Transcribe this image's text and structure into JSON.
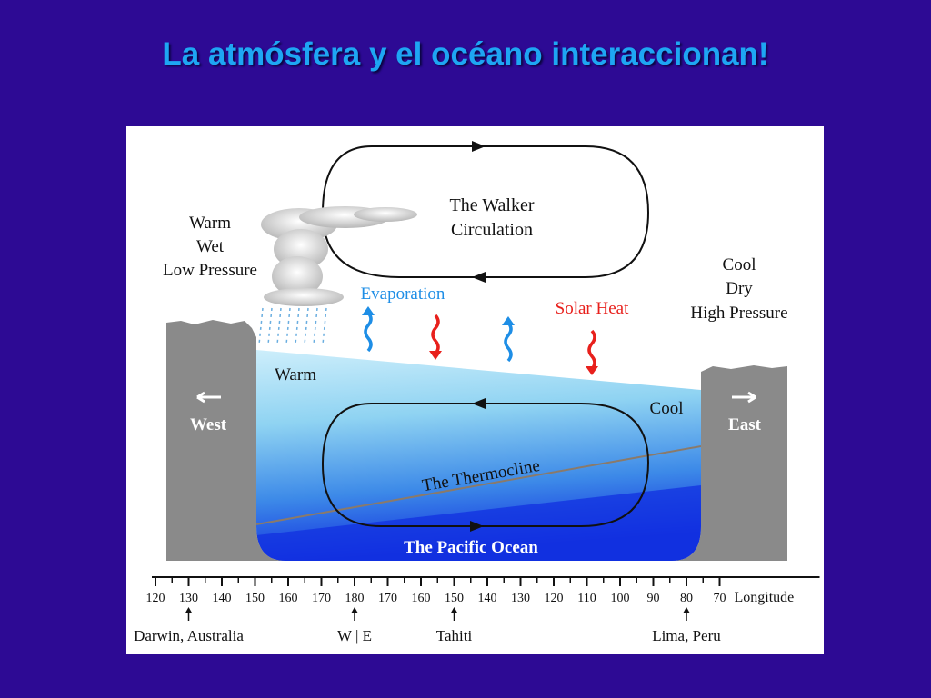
{
  "slide": {
    "title": "La atmósfera y el océano interaccionan!"
  },
  "diagram": {
    "walker_label_1": "The Walker",
    "walker_label_2": "Circulation",
    "west_conditions": [
      "Warm",
      "Wet",
      "Low Pressure"
    ],
    "east_conditions": [
      "Cool",
      "Dry",
      "High Pressure"
    ],
    "evaporation": "Evaporation",
    "solar_heat": "Solar Heat",
    "warm_water": "Warm",
    "cool_water": "Cool",
    "west": "West",
    "east": "East",
    "thermocline": "The Thermocline",
    "ocean": "The Pacific Ocean",
    "colors": {
      "evaporation": "#1e8ee6",
      "solar_heat": "#e8201c",
      "land": "#8a8a8a"
    }
  },
  "axis": {
    "ticks": [
      "120",
      "130",
      "140",
      "150",
      "160",
      "170",
      "180",
      "170",
      "160",
      "150",
      "140",
      "130",
      "120",
      "110",
      "100",
      "90",
      "80",
      "70"
    ],
    "label": "Longitude",
    "markers": [
      {
        "label": "Darwin, Australia",
        "tick_index": 1
      },
      {
        "label": "W | E",
        "tick_index": 6
      },
      {
        "label": "Tahiti",
        "tick_index": 9
      },
      {
        "label": "Lima, Peru",
        "tick_index": 16
      }
    ]
  }
}
